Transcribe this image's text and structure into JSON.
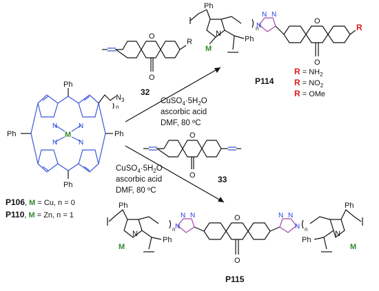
{
  "porphyrin": {
    "atoms": {
      "n": "N",
      "m": "M",
      "ph": "Ph",
      "n3": "N",
      "n3_sub": "3",
      "n_index": "n"
    },
    "labels": [
      {
        "code": "P106",
        "text": ", ",
        "metal": "M",
        "rest": " = Cu, n = 0"
      },
      {
        "code": "P110",
        "text": ", ",
        "metal": "M",
        "rest": " = Zn, n = 1"
      }
    ]
  },
  "reagents": {
    "xanthone_32": {
      "number": "32",
      "r": "R",
      "o": "O"
    },
    "xanthone_33": {
      "number": "33",
      "o": "O"
    }
  },
  "conditions_top": [
    "CuSO",
    "·5H",
    "O",
    "ascorbic acid",
    "DMF,  80 ºC"
  ],
  "conditions_bottom": [
    "CuSO",
    "·5H",
    "O",
    "ascorbic acid",
    "DMF,  80 ºC"
  ],
  "subscripts": {
    "four": "4",
    "two": "2"
  },
  "product_114": {
    "code": "P114",
    "r_defs": [
      {
        "r": "R",
        "rest": " = NH",
        "sub": "2"
      },
      {
        "r": "R",
        "rest": " = NO",
        "sub": "2"
      },
      {
        "r": "R",
        "rest": " = OMe",
        "sub": ""
      }
    ],
    "atoms": {
      "n": "N",
      "m": "M",
      "ph": "Ph",
      "o": "O",
      "r": "R",
      "n_index": "n"
    }
  },
  "product_115": {
    "code": "P115",
    "atoms": {
      "n": "N",
      "m": "M",
      "ph": "Ph",
      "o": "O",
      "n_index": "n"
    }
  }
}
